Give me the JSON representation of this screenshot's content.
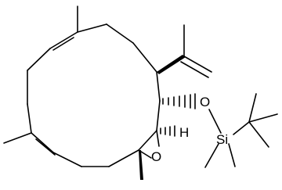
{
  "structure": {
    "atom_labels": {
      "oxygen_ether": "O",
      "oxygen_epoxide": "O",
      "silicon": "Si",
      "hydrogen": "H"
    }
  }
}
